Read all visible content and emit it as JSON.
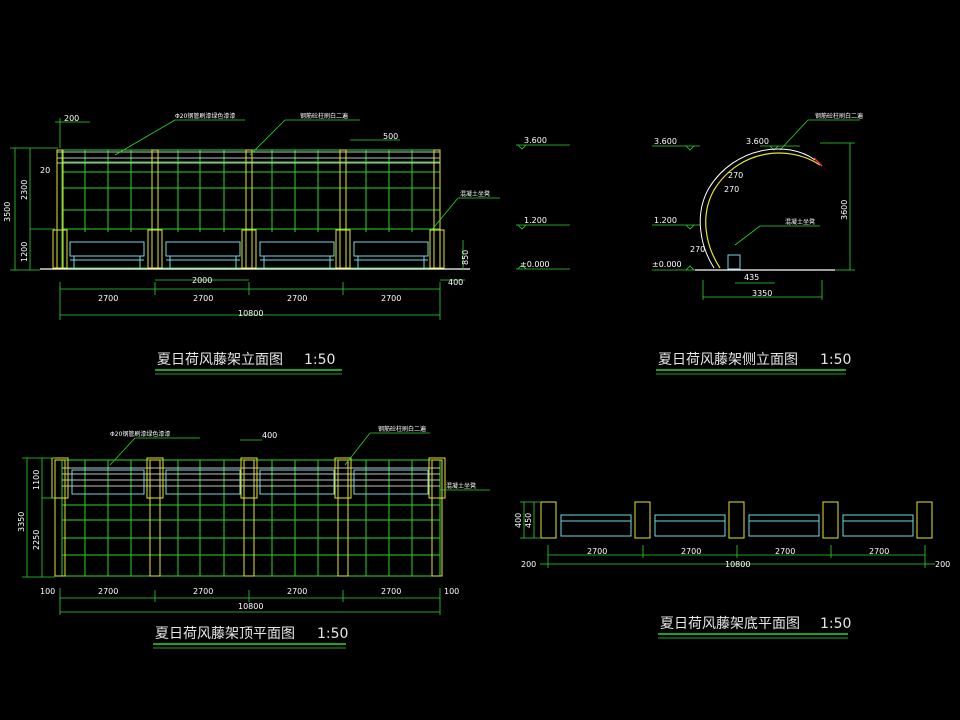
{
  "drawings": {
    "front_elevation": {
      "title": "夏日荷风藤架立面图",
      "scale": "1:50",
      "notes": [
        "Φ20钢管刷漆绿色漆漆",
        "钢筋砼柱刷白二遍",
        "混凝土坐凳"
      ],
      "dims_top": [
        "200",
        "500"
      ],
      "dims_left": [
        "3500",
        "2300",
        "1200",
        "20"
      ],
      "dims_right": [
        "850",
        "400"
      ],
      "dims_bottom": [
        "2000",
        "2700",
        "2700",
        "2700",
        "2700",
        "10800"
      ]
    },
    "levels": [
      "3.600",
      "1.200",
      "±0.000"
    ],
    "side_elevation": {
      "title": "夏日荷风藤架侧立面图",
      "scale": "1:50",
      "levels": [
        "3.600",
        "3.600",
        "1.200",
        "±0.000"
      ],
      "notes": [
        "钢筋砼柱刷白二遍",
        "混凝土坐凳"
      ],
      "dims": [
        "3600",
        "435",
        "3350",
        "270",
        "270",
        "270"
      ]
    },
    "top_plan": {
      "title": "夏日荷风藤架顶平面图",
      "scale": "1:50",
      "notes": [
        "Φ20钢管刷漆绿色漆漆",
        "钢筋砼柱刷白二遍",
        "混凝土坐凳"
      ],
      "dims_top": [
        "400"
      ],
      "dims_left": [
        "3350",
        "1100",
        "2250"
      ],
      "dims_bottom": [
        "100",
        "2700",
        "2700",
        "2700",
        "2700",
        "100",
        "10800"
      ]
    },
    "bottom_plan": {
      "title": "夏日荷风藤架底平面图",
      "scale": "1:50",
      "dims_left": [
        "400",
        "450"
      ],
      "dims_bottom": [
        "2700",
        "2700",
        "2700",
        "2700",
        "200",
        "10800",
        "200"
      ]
    }
  },
  "colors": {
    "background": "#000000",
    "line_green": "#2bd62b",
    "line_yellow": "#e6e62a",
    "line_white": "#ffffff",
    "line_cyan": "#6fd8e6",
    "accent_red": "#ff3030",
    "title_underline": "#2bd62b"
  }
}
